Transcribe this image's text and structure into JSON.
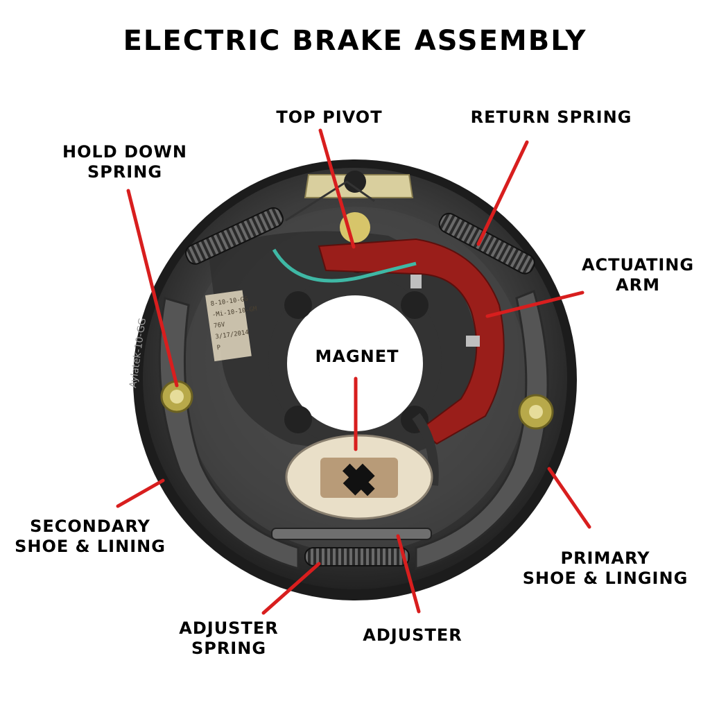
{
  "title": "ELECTRIC BRAKE ASSEMBLY",
  "labels": {
    "top_pivot": "TOP PIVOT",
    "return_spring": "RETURN SPRING",
    "hold_down_spring": [
      "HOLD DOWN",
      "SPRING"
    ],
    "actuating_arm": [
      "ACTUATING",
      "ARM"
    ],
    "magnet": "MAGNET",
    "secondary_shoe": [
      "SECONDARY",
      "SHOE & LINING"
    ],
    "primary_shoe": [
      "PRIMARY",
      "SHOE & LINGING"
    ],
    "adjuster_spring": [
      "ADJUSTER",
      "SPRING"
    ],
    "adjuster": "ADJUSTER"
  },
  "plate_markings": {
    "rim_text": "Aylatek-10-GG",
    "sticker_lines": [
      "8-10-10-GG",
      "-Mi-10-10-GM",
      "76V",
      "3/17/2014",
      "P"
    ]
  },
  "colors": {
    "pointer": "#d81e1e",
    "actuating_arm": "#9a1e1a",
    "backing_plate": "#3a3a3a",
    "magnet_face": "#e9dfc8",
    "wire": "#3fb8a5"
  }
}
